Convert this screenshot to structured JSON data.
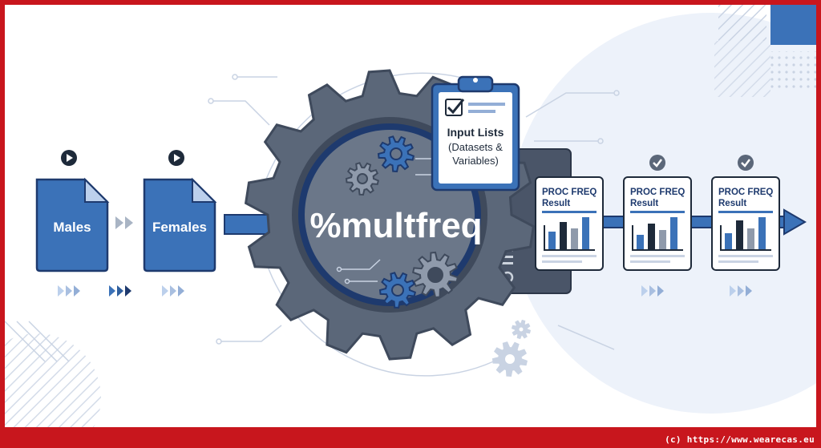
{
  "inputs": {
    "males_label": "Males",
    "females_label": "Females"
  },
  "macro": {
    "name": "%multfreq"
  },
  "input_lists": {
    "title": "Input Lists",
    "line1": "(Datasets &",
    "line2": "Variables)"
  },
  "results": [
    {
      "title_line1": "PROC FREQ",
      "title_line2": "Result"
    },
    {
      "title_line1": "PROC FREQ",
      "title_line2": "Result"
    },
    {
      "title_line1": "PROC FREQ",
      "title_line2": "Result"
    }
  ],
  "footer": {
    "credit": "(c) https://www.wearecas.eu"
  },
  "colors": {
    "frame": "#c8161d",
    "primary_blue": "#3b72b8",
    "dark_blue": "#1e3a6e",
    "gear_gray": "#5b6779",
    "gear_dark": "#3f4a5c",
    "light_blue_bg": "#e8eef8"
  },
  "icons": [
    "play-icon",
    "check-icon",
    "gear-icon",
    "clipboard-icon",
    "bar-chart-icon",
    "arrow-right-icon",
    "document-icon"
  ]
}
